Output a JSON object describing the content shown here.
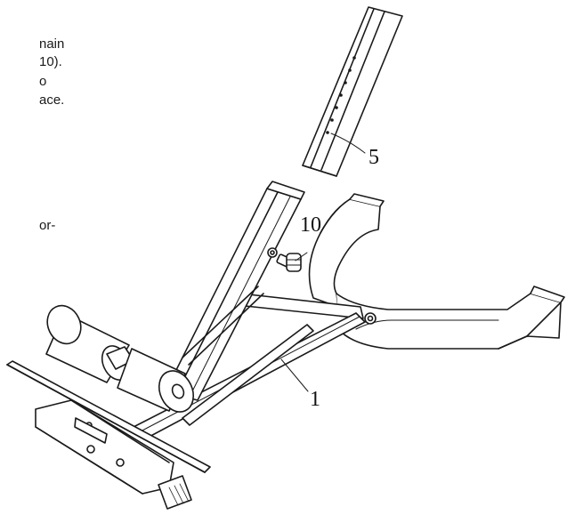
{
  "instructions": {
    "fragments": [
      "nain",
      "10).",
      "o",
      "ace.",
      "or-"
    ]
  },
  "parts": [
    {
      "number": "5",
      "name": "upright tube"
    },
    {
      "number": "10",
      "name": "knob"
    },
    {
      "number": "1",
      "name": "main frame"
    }
  ]
}
